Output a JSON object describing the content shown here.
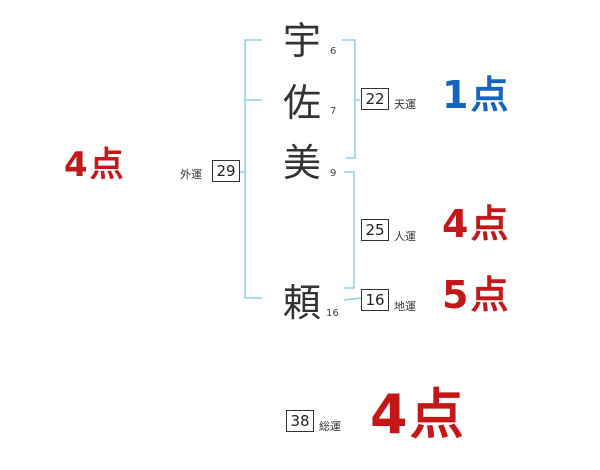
{
  "characters": [
    {
      "char": "宇",
      "strokes": "6"
    },
    {
      "char": "佐",
      "strokes": "7"
    },
    {
      "char": "美",
      "strokes": "9"
    },
    {
      "char": "頼",
      "strokes": "16"
    }
  ],
  "fortunes": {
    "tenkaku": {
      "label": "天運",
      "value": "22",
      "score": "1点"
    },
    "jinkaku": {
      "label": "人運",
      "value": "25",
      "score": "4点"
    },
    "chikaku": {
      "label": "地運",
      "value": "16",
      "score": "5点"
    },
    "gaikaku": {
      "label": "外運",
      "value": "29",
      "score": "4点"
    },
    "soukaku": {
      "label": "総運",
      "value": "38",
      "score": "4点"
    }
  },
  "colors": {
    "bracket": "#8ecdf0",
    "score_blue": "#1565c0",
    "score_red": "#c41818"
  }
}
